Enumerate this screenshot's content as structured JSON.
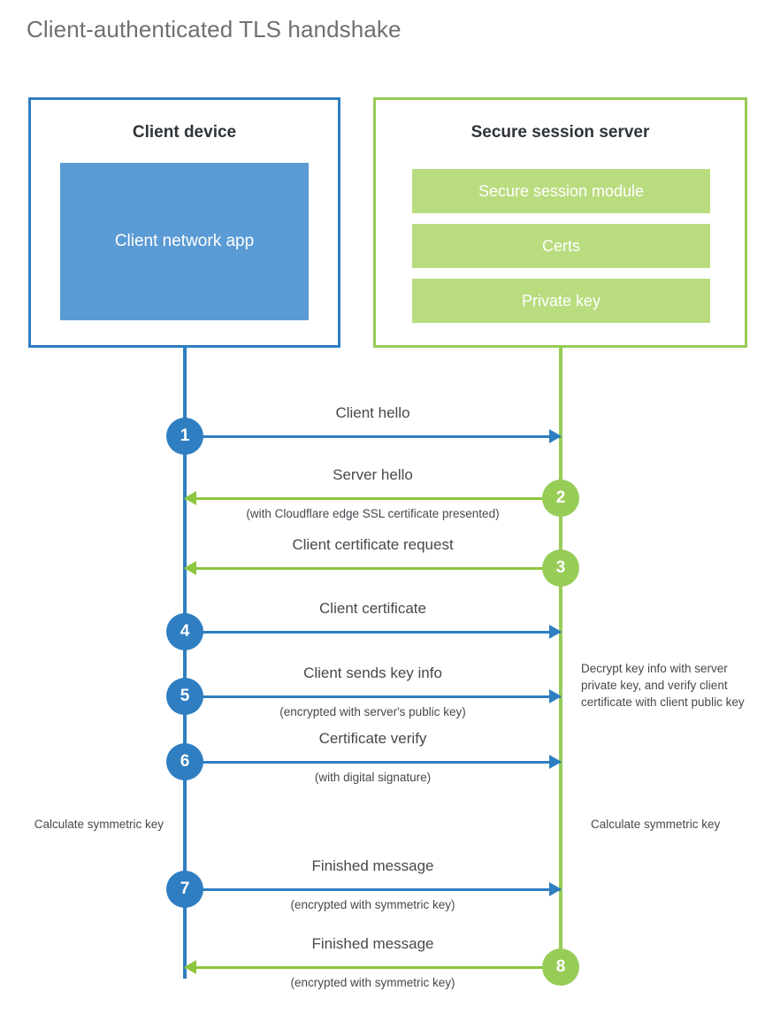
{
  "title": "Client-authenticated TLS handshake",
  "colors": {
    "client_blue": "#2f7ec1",
    "client_app_blue": "#5b9bd5",
    "server_green": "#97cc57",
    "server_bar_green": "#b9dc7f",
    "arrow_green": "#8dc63f",
    "text_gray": "#45494d",
    "title_gray": "#6f7070"
  },
  "client": {
    "title": "Client device",
    "app_label": "Client network app"
  },
  "server": {
    "title": "Secure session server",
    "bars": [
      "Secure session module",
      "Certs",
      "Private key"
    ]
  },
  "messages": [
    {
      "step": "1",
      "label": "Client hello",
      "sublabel": "",
      "direction": "to-right",
      "side": "client"
    },
    {
      "step": "2",
      "label": "Server hello",
      "sublabel": "(with Cloudflare edge SSL certificate presented)",
      "direction": "to-left",
      "side": "server"
    },
    {
      "step": "3",
      "label": "Client certificate request",
      "sublabel": "",
      "direction": "to-left",
      "side": "server"
    },
    {
      "step": "4",
      "label": "Client certificate",
      "sublabel": "",
      "direction": "to-right",
      "side": "client"
    },
    {
      "step": "5",
      "label": "Client sends key info",
      "sublabel": "(encrypted with server's public key)",
      "direction": "to-right",
      "side": "client"
    },
    {
      "step": "6",
      "label": "Certificate verify",
      "sublabel": "(with digital signature)",
      "direction": "to-right",
      "side": "client"
    },
    {
      "step": "7",
      "label": "Finished message",
      "sublabel": "(encrypted with symmetric key)",
      "direction": "to-right",
      "side": "client"
    },
    {
      "step": "8",
      "label": "Finished message",
      "sublabel": "(encrypted with symmetric key)",
      "direction": "to-left",
      "side": "server"
    }
  ],
  "notes": {
    "decrypt": "Decrypt key info with server private key, and verify client certificate with client public key",
    "calculate_left": "Calculate symmetric key",
    "calculate_right": "Calculate symmetric key"
  }
}
